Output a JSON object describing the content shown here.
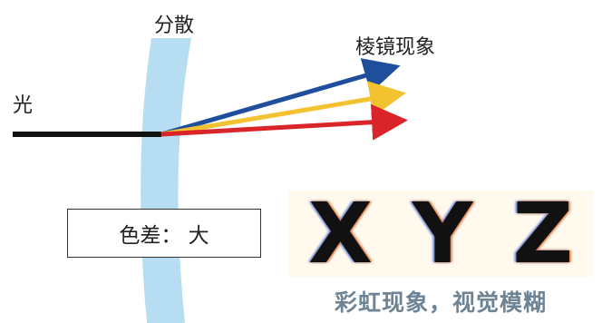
{
  "labels": {
    "dispersion": "分散",
    "prism_phenomenon": "棱镜现象",
    "light": "光",
    "chromatic_aberration": "色差： 大",
    "caption": "彩虹现象，视觉模糊"
  },
  "blurred_letters": [
    "X",
    "Y",
    "Z"
  ],
  "colors": {
    "lens": "#b7ddf2",
    "incident_ray": "#111111",
    "ray_blue": "#1f4e9c",
    "ray_yellow": "#f2c230",
    "ray_red": "#d9252a",
    "caption": "#6e8494"
  }
}
